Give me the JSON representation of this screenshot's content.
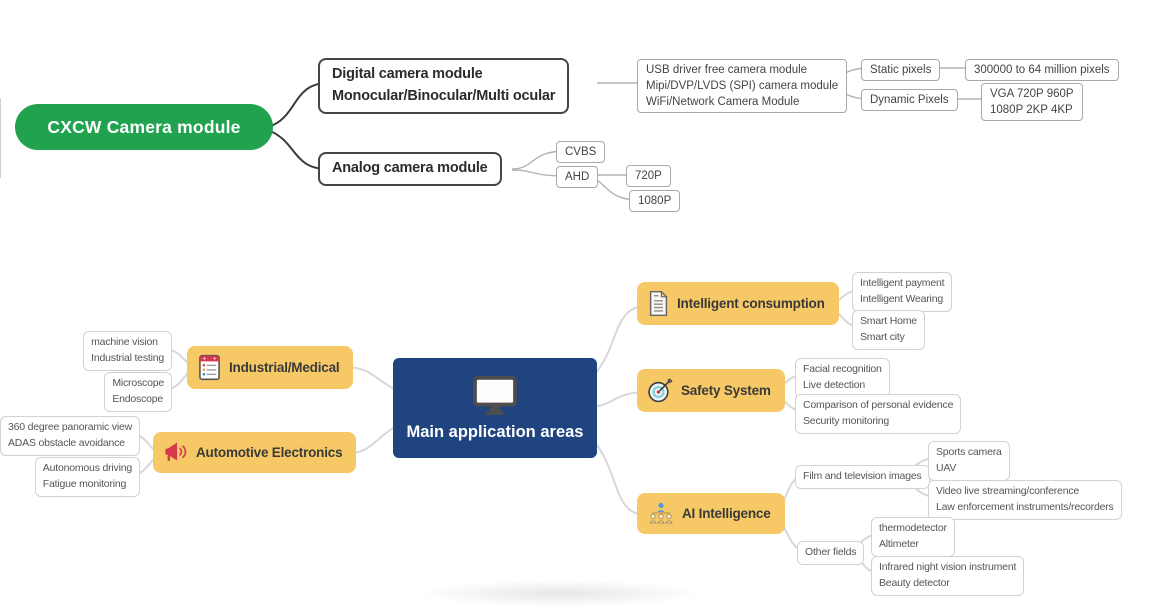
{
  "colors": {
    "root_green": "#21a24e",
    "root_blue": "#1f4480",
    "branch_yellow": "#f6c966",
    "dark_connector": "#3c3c3c",
    "light_connector_top": "#b3b3b3",
    "light_connector_bottom": "#d7d7d7",
    "icon_red": "#d6384e",
    "icon_teal": "#8fd4d8",
    "icon_blue_person": "#5b9bd5"
  },
  "icons": {
    "application_root": "monitor-icon",
    "industrial": "clipboard-icon",
    "automotive": "megaphone-icon",
    "consumption": "document-icon",
    "safety": "target-icon",
    "ai": "people-icon"
  },
  "camera_map": {
    "root": "CXCW Camera module",
    "digital": {
      "line1": "Digital camera module",
      "line2": "Monocular/Binocular/Multi ocular"
    },
    "digital_types": {
      "line1": "USB driver free camera module",
      "line2": "Mipi/DVP/LVDS (SPI) camera module",
      "line3": "WiFi/Network Camera Module"
    },
    "static_pixels": {
      "label": "Static pixels",
      "value": "300000 to 64 million pixels"
    },
    "dynamic_pixels": {
      "label": "Dynamic Pixels",
      "value_line1": "VGA 720P 960P",
      "value_line2": "1080P 2KP 4KP"
    },
    "analog": {
      "label": "Analog camera module",
      "cvbs": "CVBS",
      "ahd": "AHD",
      "res720": "720P",
      "res1080": "1080P"
    }
  },
  "application_map": {
    "root": "Main application areas",
    "industrial": {
      "label": "Industrial/Medical",
      "child1_line1": "machine vision",
      "child1_line2": "Industrial testing",
      "child2_line1": "Microscope",
      "child2_line2": "Endoscope"
    },
    "automotive": {
      "label": "Automotive Electronics",
      "child1_line1": "360 degree panoramic view",
      "child1_line2": "ADAS obstacle avoidance",
      "child2_line1": "Autonomous driving",
      "child2_line2": "Fatigue monitoring"
    },
    "consumption": {
      "label": "Intelligent consumption",
      "child1_line1": "Intelligent payment",
      "child1_line2": "Intelligent Wearing",
      "child2_line1": "Smart Home",
      "child2_line2": "Smart city"
    },
    "safety": {
      "label": "Safety System",
      "child1_line1": "Facial recognition",
      "child1_line2": "Live detection",
      "child2_line1": "Comparison of personal evidence",
      "child2_line2": "Security monitoring"
    },
    "ai": {
      "label": "AI Intelligence",
      "film": {
        "label": "Film and television images",
        "child1_line1": "Sports camera",
        "child1_line2": "UAV",
        "child2_line1": "Video live streaming/conference",
        "child2_line2": "Law enforcement instruments/recorders"
      },
      "other": {
        "label": "Other fields",
        "child1_line1": "thermodetector",
        "child1_line2": "Altimeter",
        "child2_line1": "Infrared night vision instrument",
        "child2_line2": "Beauty detector"
      }
    }
  }
}
